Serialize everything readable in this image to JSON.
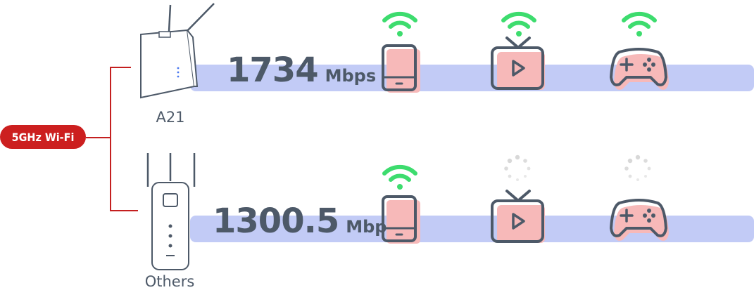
{
  "badge": {
    "label": "5GHz Wi-Fi",
    "color": "#cc1f1f"
  },
  "rows": [
    {
      "device_name": "A21",
      "speed_value": "1734",
      "speed_unit": "Mbps",
      "devices": [
        {
          "icon": "tablet-icon",
          "signal": "wifi-icon"
        },
        {
          "icon": "tv-play-icon",
          "signal": "wifi-icon"
        },
        {
          "icon": "gamepad-icon",
          "signal": "wifi-icon"
        }
      ]
    },
    {
      "device_name": "Others",
      "speed_value": "1300.5",
      "speed_unit": "Mbps",
      "devices": [
        {
          "icon": "tablet-icon",
          "signal": "wifi-icon"
        },
        {
          "icon": "tv-play-icon",
          "signal": "loading-spinner-icon"
        },
        {
          "icon": "gamepad-icon",
          "signal": "loading-spinner-icon"
        }
      ]
    }
  ],
  "colors": {
    "bar": "#c2cbf6",
    "wifi": "#3ddc6e",
    "icon_stroke": "#4d5968",
    "icon_fill": "#f7b9b9",
    "line": "#c41f1f",
    "spinner": "#d8d8d8"
  }
}
